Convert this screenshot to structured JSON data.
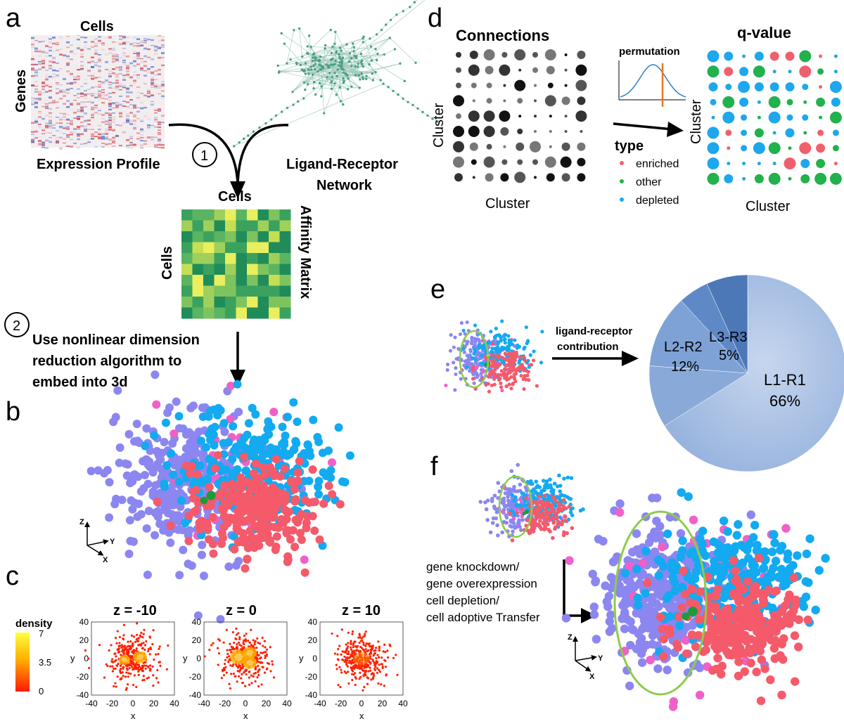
{
  "panels": {
    "a": "a",
    "b": "b",
    "c": "c",
    "d": "d",
    "e": "e",
    "f": "f"
  },
  "panel_a": {
    "heatmap_top_label": "Cells",
    "heatmap_side_label": "Genes",
    "expression_label": "Expression Profile",
    "network_label_1": "Ligand-Receptor",
    "network_label_2": "Network",
    "step1": "1",
    "affinity_top_label": "Cells",
    "affinity_side_label": "Cells",
    "affinity_right_label": "Affinity Matrix",
    "step2": "2",
    "step2_line1": "Use nonlinear dimension",
    "step2_line2": "reduction algorithm to",
    "step2_line3": "embed into 3d"
  },
  "panel_b": {
    "axis_z": "Z",
    "axis_y": "Y",
    "axis_x": "X"
  },
  "panel_c": {
    "density_title": "density",
    "density_ticks": [
      "7",
      "3.5",
      "0"
    ],
    "plots": [
      {
        "title": "z = -10"
      },
      {
        "title": "z = 0"
      },
      {
        "title": "z = 10"
      }
    ],
    "yticks": [
      "40",
      "20",
      "0",
      "-20",
      "-40"
    ],
    "xticks": [
      "-40",
      "-20",
      "0",
      "20",
      "40"
    ],
    "xlabel": "x",
    "ylabel": "y"
  },
  "panel_d": {
    "left_title": "Connections",
    "left_ylabel": "Cluster",
    "left_xlabel": "Cluster",
    "permutation_label": "permutation",
    "right_title": "q-value",
    "right_ylabel": "Cluster",
    "right_xlabel": "Cluster",
    "legend_title": "type",
    "legend_items": [
      {
        "label": "enriched",
        "color": "#f0606c"
      },
      {
        "label": "other",
        "color": "#22b14c"
      },
      {
        "label": "depleted",
        "color": "#1ea7ec"
      }
    ]
  },
  "panel_e": {
    "arrow_line1": "ligand-receptor",
    "arrow_line2": "contribution",
    "slices": [
      {
        "label": "L1-R1",
        "value_text": "66%",
        "value": 66
      },
      {
        "label": "L2-R2",
        "value_text": "12%",
        "value": 12
      },
      {
        "label": "L3-R3",
        "value_text": "5%",
        "value": 5
      }
    ]
  },
  "panel_f": {
    "perturbations": [
      "gene knockdown/",
      "gene overexpression",
      "cell depletion/",
      "cell adoptive Transfer"
    ],
    "axis_z": "Z",
    "axis_y": "Y",
    "axis_x": "X"
  },
  "colors": {
    "purple": "#8b86f0",
    "red": "#f45a6a",
    "blue": "#12aaf0",
    "pink": "#f060c8",
    "green": "#1f9a3a",
    "network": "#4a9f86",
    "ellipse": "#8ccc4a"
  }
}
